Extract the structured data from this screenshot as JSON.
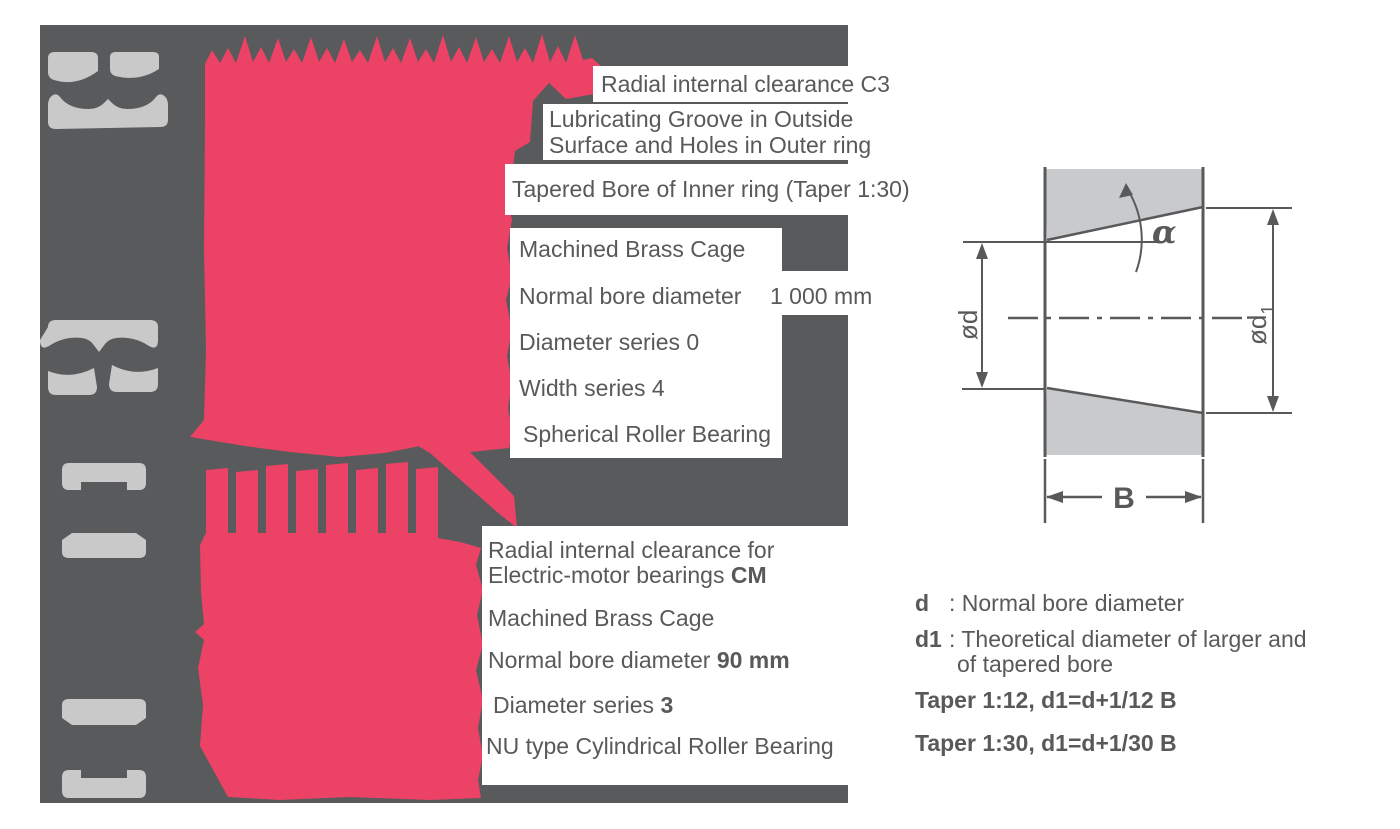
{
  "title": "Bearing designation explanation diagram",
  "colors": {
    "panel_dark_gray": "#595A5C",
    "designation_pink": "#EB4266",
    "glyph_light_gray": "#C9C9C9",
    "text_gray": "#58595B",
    "section_fill_gray": "#C9CACB",
    "box_white": "#FFFFFF"
  },
  "top_callouts": {
    "clearance": "Radial internal clearance C3",
    "groove": "Lubricating Groove in Outside\nSurface and Holes in Outer ring",
    "tapered_bore": "Tapered Bore of Inner ring (Taper 1:30)"
  },
  "spec_top": {
    "rows": [
      {
        "label": "Machined Brass Cage",
        "value": ""
      },
      {
        "label": "Normal bore diameter",
        "value": "1 000 mm"
      },
      {
        "label": "Diameter series 0",
        "value": ""
      },
      {
        "label": "Width series 4",
        "value": ""
      },
      {
        "label": "Spherical Roller Bearing",
        "value": ""
      }
    ]
  },
  "spec_bottom": {
    "line1a": "Radial internal clearance for",
    "line1b": "Electric-motor bearings ",
    "line1b_bold": "CM",
    "line2": "Machined Brass Cage",
    "line3": "Normal bore diameter ",
    "line3_bold": "90 mm",
    "line4": "Diameter series ",
    "line4_bold": "3",
    "line5": "NU type Cylindrical Roller Bearing"
  },
  "legend": {
    "d_term": "d",
    "d_desc": ": Normal bore diameter",
    "d1_term": "d1",
    "d1_desc": ": Theoretical diameter of larger and",
    "d1_desc2": "of tapered bore",
    "formula1": "Taper 1:12, d1=d+1/12 B",
    "formula2": "Taper 1:30, d1=d+1/30 B"
  },
  "drawing": {
    "alpha": "α",
    "od": "ød",
    "od1_base": "ød",
    "od1_sub": "1",
    "b": "B"
  }
}
